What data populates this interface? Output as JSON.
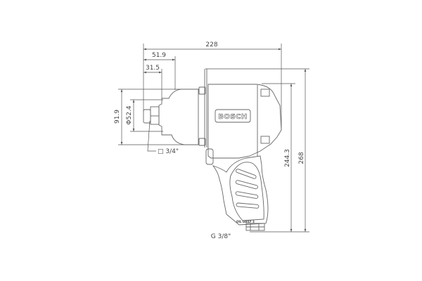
{
  "drawing": {
    "brand": "BOSCH",
    "oil_label": "OIL DAILY 3",
    "dimensions": {
      "overall_length": "228",
      "length_51_9": "51.9",
      "length_31_5": "31.5",
      "head_height": "91.9",
      "nose_diameter": "Φ52.4",
      "square_drive": "□ 3/4\"",
      "height_244_3": "244.3",
      "overall_height": "268",
      "air_inlet": "G 3/8\""
    }
  }
}
